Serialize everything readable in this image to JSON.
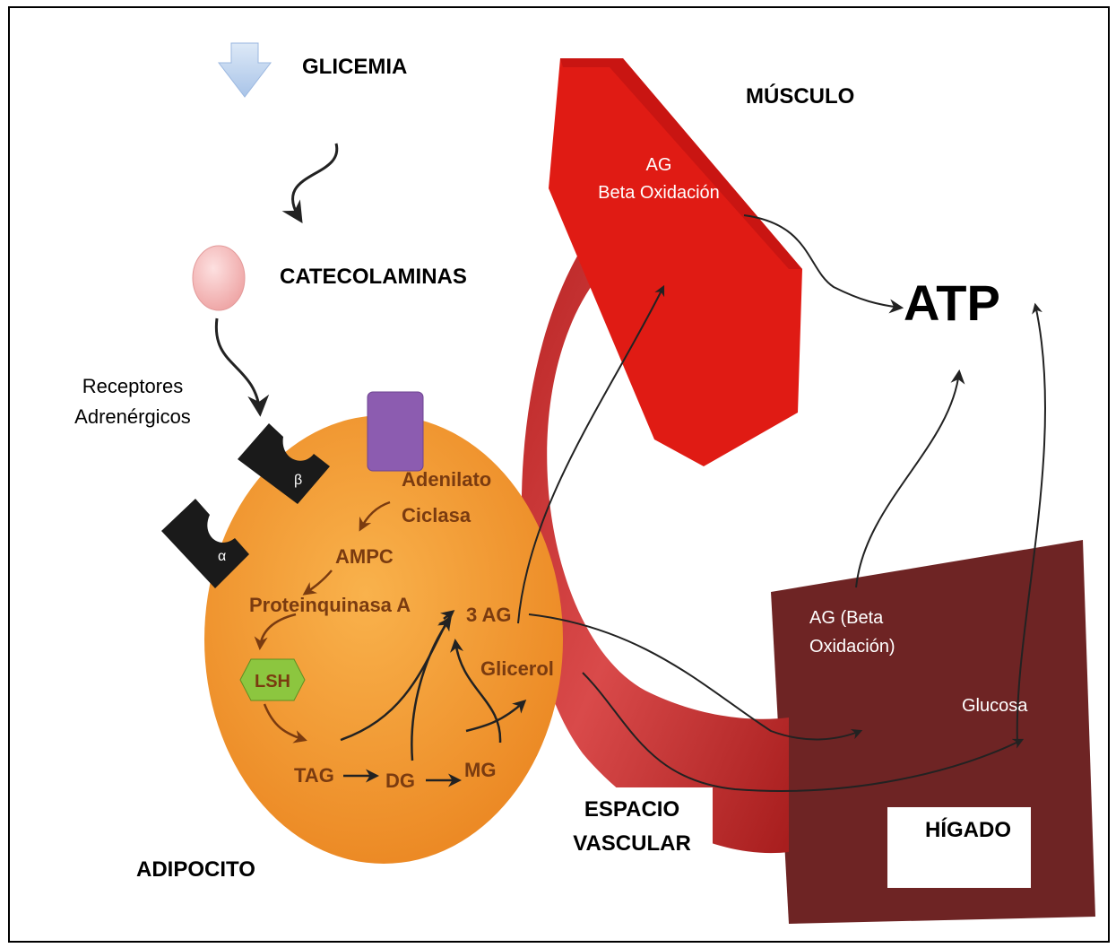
{
  "labels": {
    "glicemia": "GLICEMIA",
    "catecolaminas": "CATECOLAMINAS",
    "receptores_line1": "Receptores",
    "receptores_line2": "Adrenérgicos",
    "musculo": "MÚSCULO",
    "musculo_ag": "AG",
    "musculo_beta": "Beta Oxidación",
    "atp": "ATP",
    "adipocito": "ADIPOCITO",
    "espacio_line1": "ESPACIO",
    "espacio_line2": "VASCULAR",
    "higado": "HÍGADO",
    "higado_ag_line1": "AG (Beta",
    "higado_ag_line2": "Oxidación)",
    "glucosa": "Glucosa"
  },
  "adipocyte": {
    "adenilato": "Adenilato",
    "ciclasa": "Ciclasa",
    "ampc": "AMPC",
    "proteinquinasa": "Proteinquinasa A",
    "lsh": "LSH",
    "tag": "TAG",
    "dg": "DG",
    "mg": "MG",
    "ag3": "3 AG",
    "glicerol": "Glicerol"
  },
  "receptors": {
    "alpha": "α",
    "beta": "β"
  },
  "colors": {
    "border": "#000000",
    "adipocyte": "#f5a03c",
    "muscle": "#e01b14",
    "liver": "#6e2424",
    "vascular": "#c83232",
    "arrow_glicemia": "#b8d0ee",
    "catecolamina": "#f4b6b6",
    "adenilato_box": "#8c5cb0",
    "lsh_hex": "#8cc63f",
    "receptor": "#1a1a1a"
  }
}
